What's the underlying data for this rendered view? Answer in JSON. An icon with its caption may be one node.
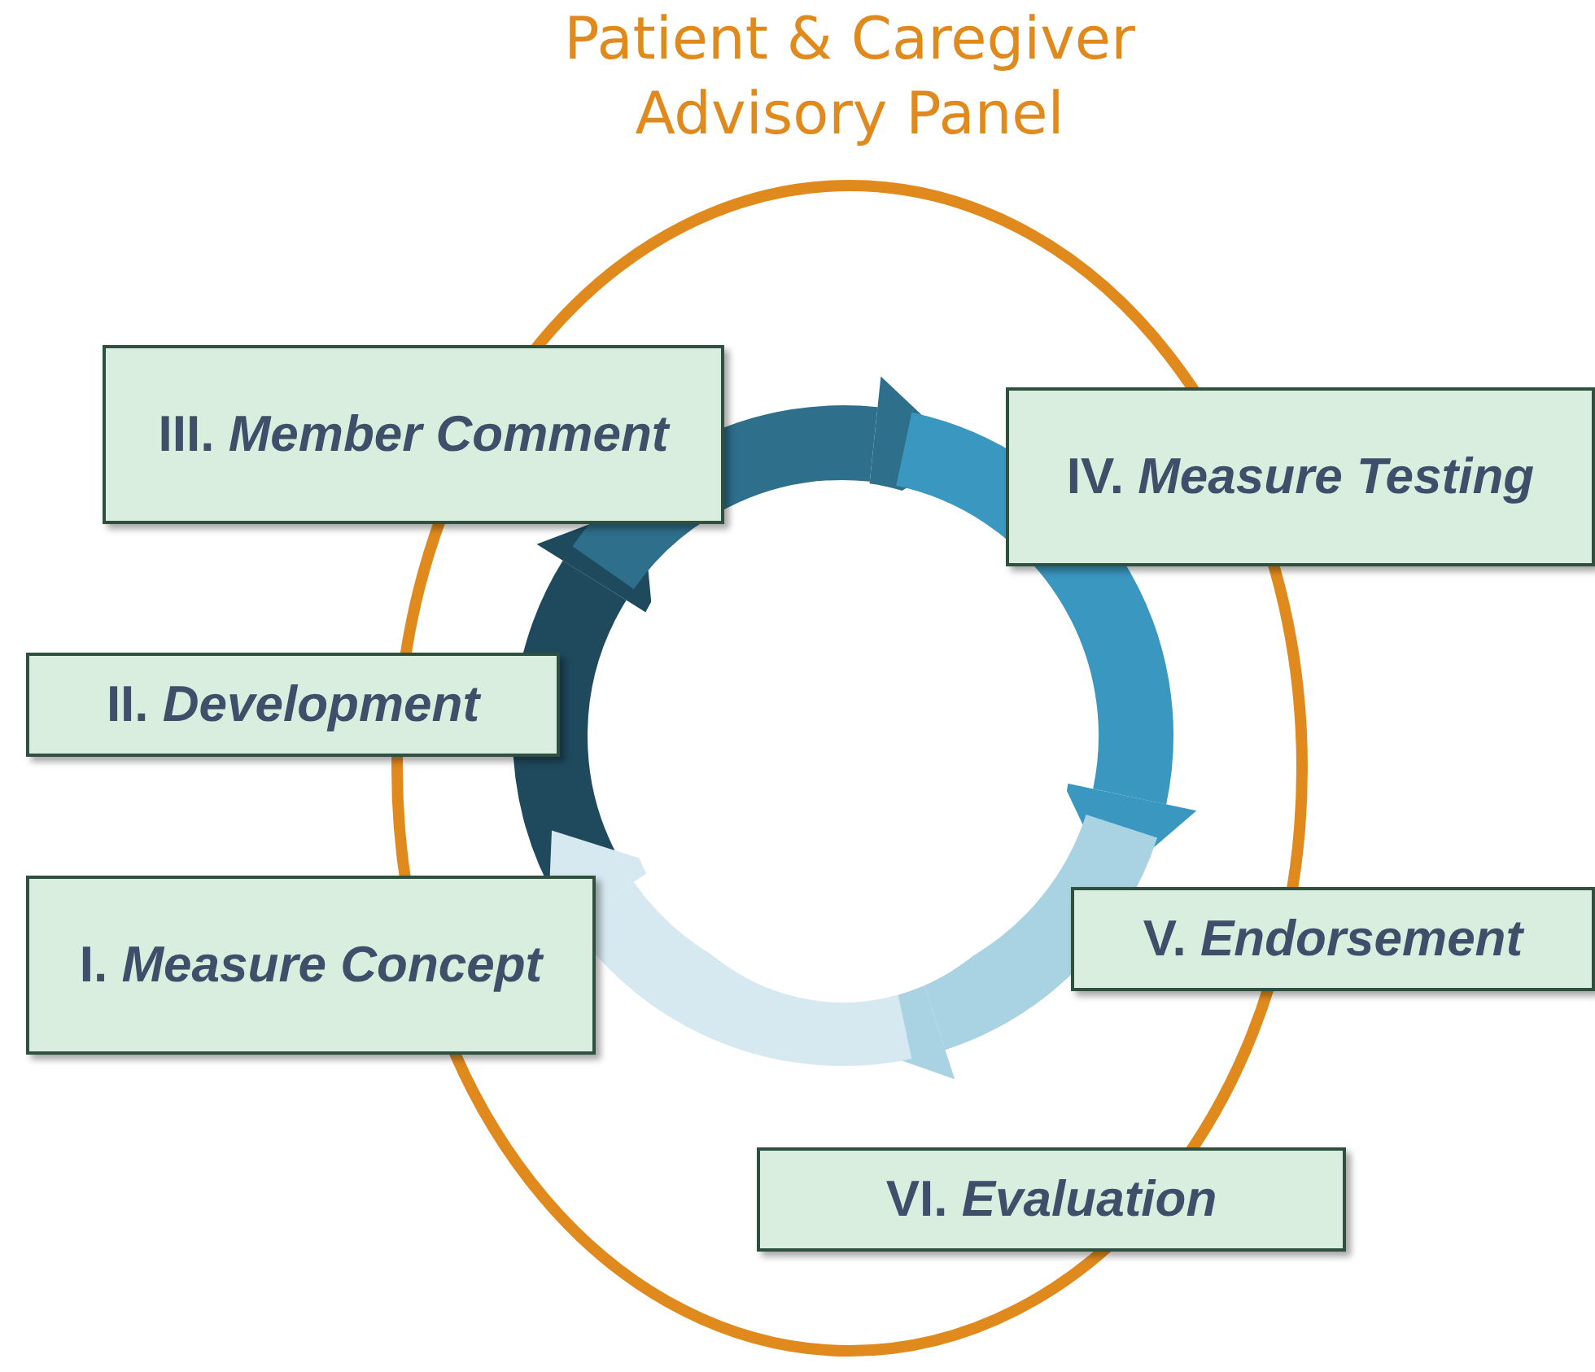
{
  "diagram": {
    "nodes": [
      {
        "text": [
          "Patient & Caregiver Advisory Panel"
        ]
      },
      {
        "text": [
          "III. *Member Comment*"
        ]
      },
      {
        "text": [
          "IV. *Measure Testing*"
        ]
      },
      {
        "text": [
          "II. *Development*"
        ]
      },
      {
        "text": [
          "I. *Measure Concept*"
        ]
      },
      {
        "text": [
          "V. *Endorsement*"
        ]
      },
      {
        "text": [
          "VI. *Evaluation*"
        ]
      }
    ]
  }
}
